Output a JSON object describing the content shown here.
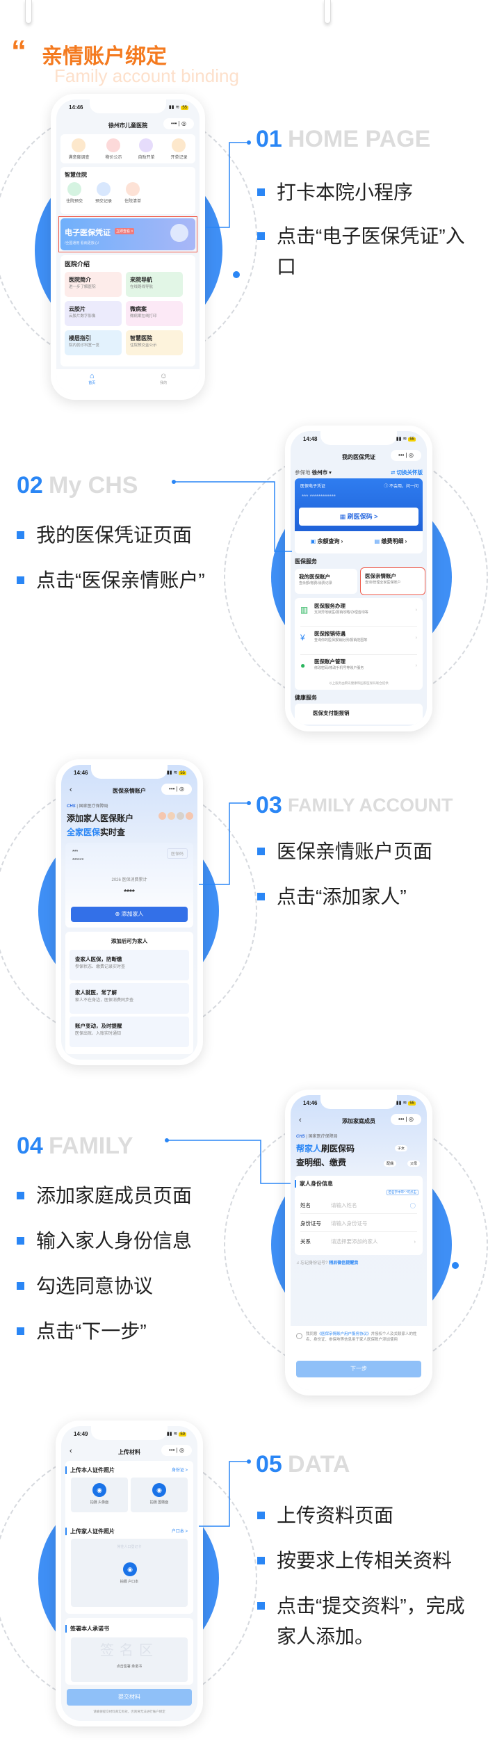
{
  "header": {
    "title": "亲情账户绑定",
    "subtitle": "Family account binding"
  },
  "steps": [
    {
      "num": "01",
      "en": "HOME PAGE",
      "bullets": [
        "打卡本院小程序",
        "点击“电子医保凭证”入口"
      ]
    },
    {
      "num": "02",
      "en": "My CHS",
      "bullets": [
        "我的医保凭证页面",
        "点击“医保亲情账户”"
      ]
    },
    {
      "num": "03",
      "en": "FAMILY ACCOUNT",
      "bullets": [
        "医保亲情账户页面",
        "点击“添加家人”"
      ]
    },
    {
      "num": "04",
      "en": "FAMILY",
      "bullets": [
        "添加家庭成员页面",
        "输入家人身份信息",
        "勾选同意协议",
        "点击“下一步”"
      ]
    },
    {
      "num": "05",
      "en": "DATA",
      "bullets": [
        "上传资料页面",
        "按要求上传相关资料",
        "点击“提交资料”，完成家人添加。"
      ]
    }
  ],
  "phone1": {
    "time": "14:46",
    "title": "徐州市儿童医院",
    "top_icons": [
      "满意度调查",
      "物价公示",
      "自助开单",
      "开单记录"
    ],
    "section1": "智慧住院",
    "hosp_icons": [
      "住院预交",
      "预交记录",
      "住院清单"
    ],
    "banner": {
      "title": "电子医保凭证",
      "button": "立即查看 >",
      "sub": "/全国通用 看病更放心/"
    },
    "section2": "医院介绍",
    "cards": [
      {
        "t": "医院简介",
        "s": "进一步了解医院"
      },
      {
        "t": "来院导航",
        "s": "在线路线导航"
      },
      {
        "t": "云胶片",
        "s": "云胶片数字影像"
      },
      {
        "t": "微病案",
        "s": "微病案在线打印"
      },
      {
        "t": "楼层指引",
        "s": "院内就诊科室一览"
      },
      {
        "t": "智慧医院",
        "s": "住院预交金公示"
      }
    ],
    "tabs": [
      "首页",
      "我的"
    ]
  },
  "phone2": {
    "time": "14:48",
    "title": "我的医保凭证",
    "region_label": "参保地",
    "region": "徐州市",
    "care": "切换关怀版",
    "card_title": "医保电子凭证",
    "help": "不会用，问一问",
    "masked": "*** ************",
    "scan": "刷医保码 >",
    "balance": "余额查询",
    "payment": "缴费明细",
    "services": "医保服务",
    "acc_title": "我的医保账户",
    "acc_sub": "查余额/缴费/消费记录",
    "family_title": "医保亲情账户",
    "family_sub": "查询/管理全家医保账户",
    "list": [
      {
        "t": "医保服务办理",
        "s": "支持异地就医/报销攻略/办理咨询等"
      },
      {
        "t": "医保报销待遇",
        "s": "查询你的医保报销比例/报销范围等"
      },
      {
        "t": "医保账户管理",
        "s": "修改密码/修改手机号等账户服务"
      }
    ],
    "footnote": "以上服务由腾讯健康和国家医保局联合提供",
    "health": "健康服务",
    "health_item": "医保支付能报销"
  },
  "phone3": {
    "time": "14:46",
    "title": "医保亲情账户",
    "chs": "CHS",
    "bureau": "国家医疗保障局",
    "headline": "添加家人医保账户",
    "hl_blue": "全家医保",
    "hl_rest": "实时查",
    "name_mask": "***",
    "id_mask": "******",
    "code_btn": "医保码",
    "year_label": "2026 医保消费累计",
    "amount": "****",
    "add_btn": "⊕ 添加家人",
    "benefit_title": "添加后可为家人",
    "benefits": [
      {
        "t": "查家人医保，防断缴",
        "s": "参保状态、缴费记录实时查"
      },
      {
        "t": "家人就医，常了解",
        "s": "家人不在身边，医保消费同步查"
      },
      {
        "t": "账户变动，及时提醒",
        "s": "医保出账、入账实时通知"
      }
    ]
  },
  "phone4": {
    "time": "14:46",
    "title": "添加家庭成员",
    "chs": "CHS",
    "bureau": "国家医疗保障局",
    "hl_blue": "帮家人",
    "hl_rest": "刷医保码",
    "hl2": "查明细、缴费",
    "tags": [
      "子女",
      "配偶",
      "父母"
    ],
    "section": "家人身份信息",
    "tooltip": "若名字中带“·”可点击",
    "fields": [
      {
        "label": "姓名",
        "placeholder": "请输入姓名"
      },
      {
        "label": "身份证号",
        "placeholder": "请输入身份证号"
      },
      {
        "label": "关系",
        "placeholder": "请选择要添加的家人"
      }
    ],
    "forgot": "忘记身份证号?",
    "remind": "稍后微信提醒我",
    "agree_pre": "我同意",
    "agree_link": "《医保亲情账户用户服务协议》",
    "agree_post": "并授权个人及关联家人的姓名、身份证、参保地等信息用于家人医保账户添加使用",
    "next": "下一步"
  },
  "phone5": {
    "time": "14:49",
    "title": "上传材料",
    "sec1": "上传本人证件照片",
    "sec1_link": "身份证 >",
    "front": "拍摄 头像面",
    "back": "拍摄 国徽面",
    "sec2": "上传家人证件照片",
    "sec2_link": "户口本 >",
    "hukou": "拍摄 户口本",
    "hukou_doc": "常住人口登记卡",
    "sec3": "签署本人承诺书",
    "sign_area": "签名区",
    "sign_hint": "点击签署 承诺书",
    "submit": "提交材料",
    "note": "请确保提交材料真实有效，否则将无法进行账户绑定"
  },
  "colors": {
    "accent": "#2a86f5",
    "orange": "#f47a1f",
    "highlight": "#f05a4a"
  }
}
